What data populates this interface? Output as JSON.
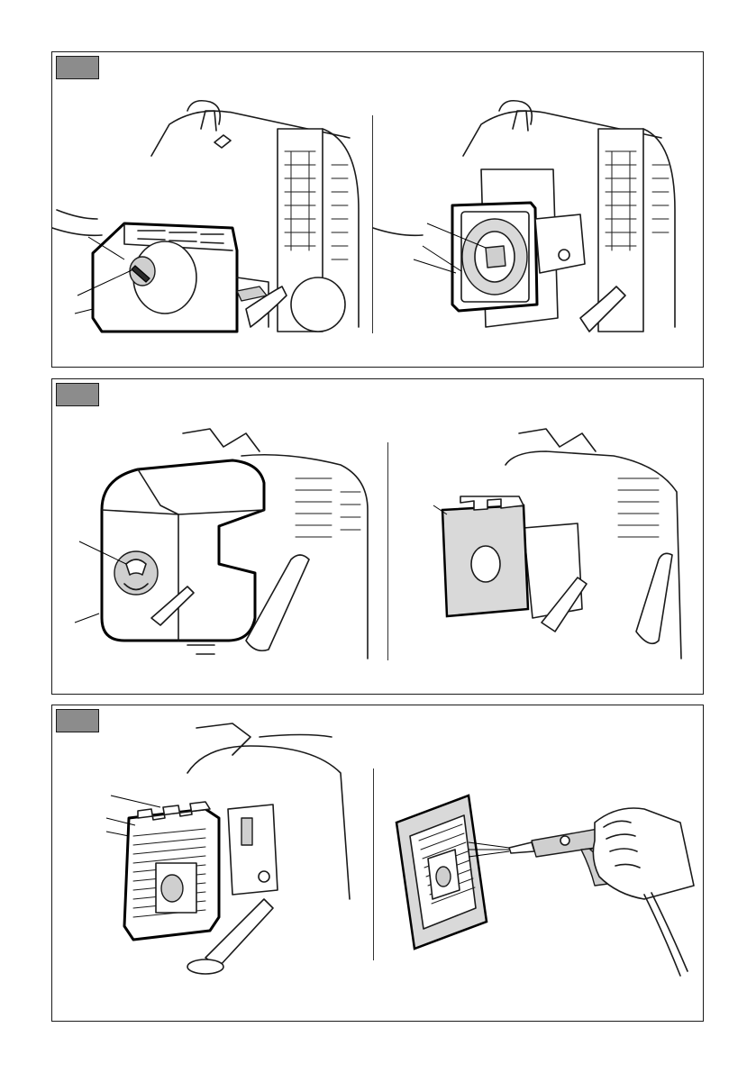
{
  "page": {
    "panels": [
      {
        "id": "1",
        "tab_label": "",
        "figures": [
          "air-filter-cover-knob",
          "air-filter-foam-exposed"
        ]
      },
      {
        "id": "2",
        "tab_label": "",
        "figures": [
          "air-filter-cover-knob-alt",
          "air-filter-foam-removed"
        ]
      },
      {
        "id": "3",
        "tab_label": "",
        "figures": [
          "air-filter-housing",
          "air-filter-blowing-clean"
        ]
      }
    ]
  },
  "colors": {
    "frame": "#1a1a1a",
    "tab_fill": "#8c8c8c",
    "foam_fill": "#d9d9d9"
  }
}
